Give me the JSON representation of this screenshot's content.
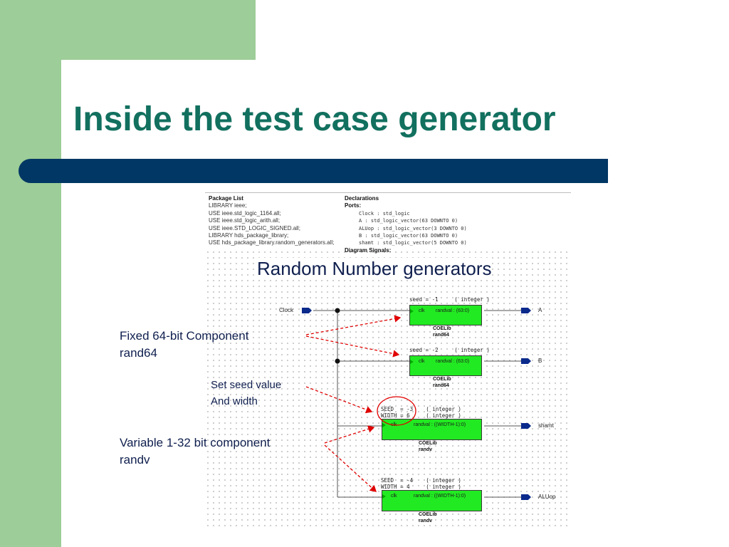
{
  "slide": {
    "title": "Inside the test case generator",
    "subtitle": "Random Number generators"
  },
  "colors": {
    "green_band": "#9dcd98",
    "blue_band": "#003764",
    "title": "#12705f",
    "block_fill": "#22ea22",
    "annotation_arrow": "#e00000"
  },
  "package_list": {
    "header": "Package List",
    "lines": [
      "LIBRARY ieee;",
      "USE ieee.std_logic_1164.all;",
      "USE ieee.std_logic_arith.all;",
      "USE ieee.STD_LOGIC_SIGNED.all;",
      "LIBRARY hds_package_library;",
      "USE hds_package_library.random_generators.all;"
    ]
  },
  "declarations": {
    "header": "Declarations",
    "ports_header": "Ports:",
    "ports": [
      "Clock : std_logic",
      "A     : std_logic_vector(63 DOWNTO 0)",
      "ALUop : std_logic_vector(3 DOWNTO 0)",
      "B     : std_logic_vector(63 DOWNTO 0)",
      "shamt : std_logic_vector(5 DOWNTO 0)"
    ],
    "signals_header": "Diagram Signals:"
  },
  "diagram": {
    "clock_port": "Clock",
    "blocks": [
      {
        "generic1": "seed = -1     ( integer )",
        "generic2": "",
        "clk": "clk",
        "randval": "randval : (63:0)",
        "lib": "COELib",
        "comp": "rand64",
        "output": "A"
      },
      {
        "generic1": "seed = -2     ( integer )",
        "generic2": "",
        "clk": "clk",
        "randval": "randval : (63:0)",
        "lib": "COELib",
        "comp": "rand64",
        "output": "B"
      },
      {
        "generic1": "SEED  = -3    ( integer )",
        "generic2": "WIDTH = 6     ( integer )",
        "clk": "clk",
        "randval": "randval : ((WIDTH-1):0)",
        "lib": "COELib",
        "comp": "randv",
        "output": "shamt"
      },
      {
        "generic1": "SEED  = -4    ( integer )",
        "generic2": "WIDTH = 4     ( integer )",
        "clk": "clk",
        "randval": "randval : ((WIDTH-1):0)",
        "lib": "COELib",
        "comp": "randv",
        "output": "ALUop"
      }
    ]
  },
  "annotations": {
    "fixed": [
      "Fixed 64-bit  Component",
      "rand64"
    ],
    "seed": [
      "Set seed value",
      "And width"
    ],
    "variable": [
      "Variable 1-32 bit component",
      "randv"
    ]
  }
}
